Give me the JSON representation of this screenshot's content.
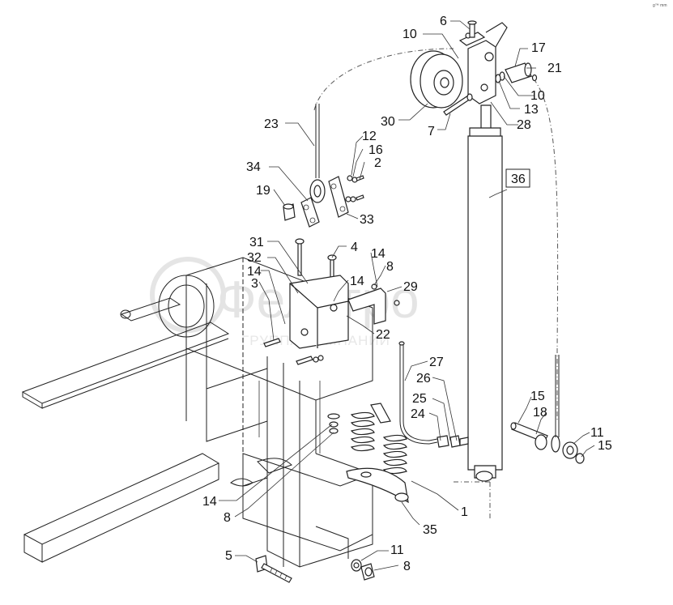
{
  "watermark": {
    "main": "Фелагро",
    "sub": "ГРУППА КОМПАНИЙ"
  },
  "corner_mark": "g™ mm",
  "callouts": [
    {
      "id": "c6",
      "text": "6"
    },
    {
      "id": "c10a",
      "text": "10"
    },
    {
      "id": "c17",
      "text": "17"
    },
    {
      "id": "c21",
      "text": "21"
    },
    {
      "id": "c10b",
      "text": "10"
    },
    {
      "id": "c13",
      "text": "13"
    },
    {
      "id": "c28",
      "text": "28"
    },
    {
      "id": "c30",
      "text": "30"
    },
    {
      "id": "c7",
      "text": "7"
    },
    {
      "id": "c23",
      "text": "23"
    },
    {
      "id": "c12",
      "text": "12"
    },
    {
      "id": "c16",
      "text": "16"
    },
    {
      "id": "c2",
      "text": "2"
    },
    {
      "id": "c34",
      "text": "34"
    },
    {
      "id": "c19",
      "text": "19"
    },
    {
      "id": "c33",
      "text": "33"
    },
    {
      "id": "c36",
      "text": "36"
    },
    {
      "id": "c31",
      "text": "31"
    },
    {
      "id": "c4",
      "text": "4"
    },
    {
      "id": "c32",
      "text": "32"
    },
    {
      "id": "c14a",
      "text": "14"
    },
    {
      "id": "c3",
      "text": "3"
    },
    {
      "id": "c14b",
      "text": "14"
    },
    {
      "id": "c8a",
      "text": "8"
    },
    {
      "id": "c14c",
      "text": "14"
    },
    {
      "id": "c29",
      "text": "29"
    },
    {
      "id": "c22",
      "text": "22"
    },
    {
      "id": "c27",
      "text": "27"
    },
    {
      "id": "c26",
      "text": "26"
    },
    {
      "id": "c25",
      "text": "25"
    },
    {
      "id": "c24",
      "text": "24"
    },
    {
      "id": "c15a",
      "text": "15"
    },
    {
      "id": "c18",
      "text": "18"
    },
    {
      "id": "c11a",
      "text": "11"
    },
    {
      "id": "c15b",
      "text": "15"
    },
    {
      "id": "c14d",
      "text": "14"
    },
    {
      "id": "c8b",
      "text": "8"
    },
    {
      "id": "c1",
      "text": "1"
    },
    {
      "id": "c35",
      "text": "35"
    },
    {
      "id": "c5",
      "text": "5"
    },
    {
      "id": "c11b",
      "text": "11"
    },
    {
      "id": "c8c",
      "text": "8"
    }
  ]
}
